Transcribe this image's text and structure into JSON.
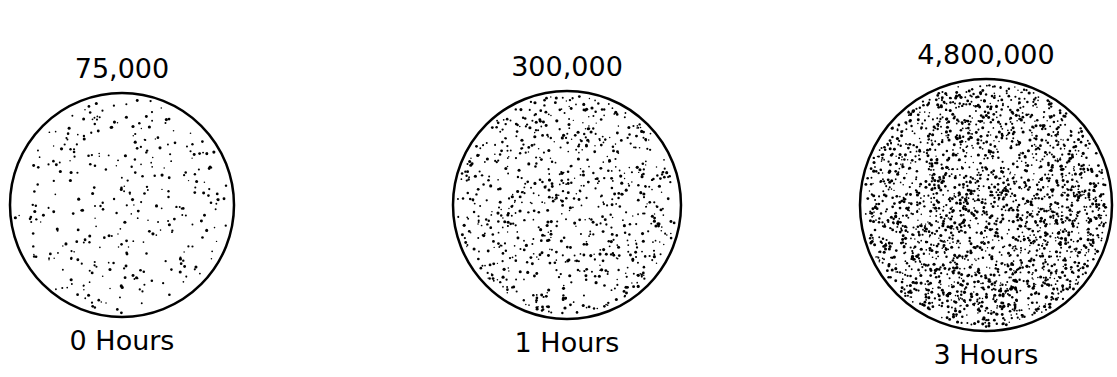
{
  "diagram": {
    "nodes": [
      {
        "text": [
          "75,000",
          "0 Hours"
        ]
      },
      {
        "text": [
          "300,000",
          "1 Hours"
        ]
      },
      {
        "text": [
          "4,800,000",
          "3 Hours"
        ]
      }
    ]
  }
}
